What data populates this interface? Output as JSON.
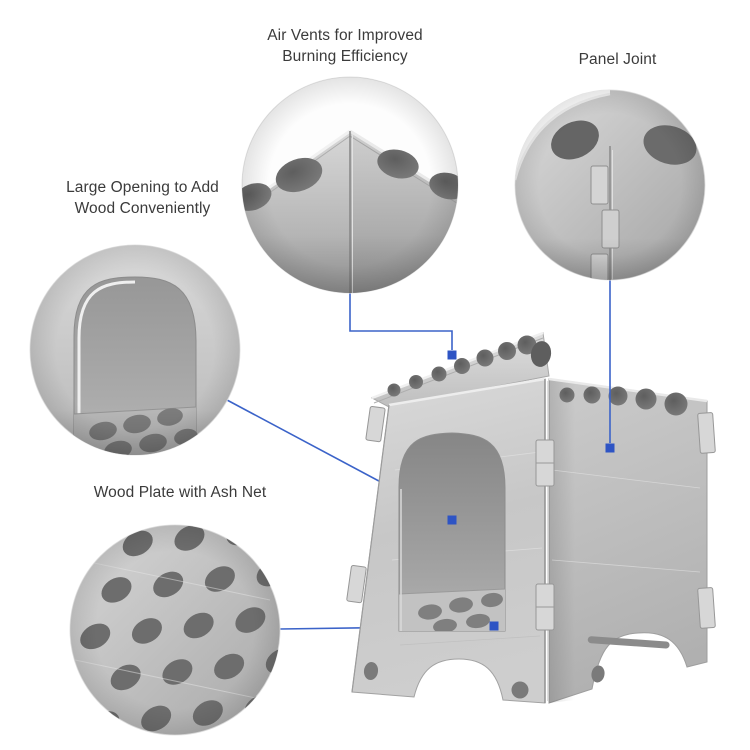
{
  "callouts": {
    "air_vents": {
      "line1": "Air Vents for Improved",
      "line2": "Burning Efficiency"
    },
    "panel_joint": {
      "label": "Panel Joint"
    },
    "large_opening": {
      "line1": "Large Opening to Add",
      "line2": "Wood Conveniently"
    },
    "wood_plate": {
      "label": "Wood Plate with Ash Net"
    }
  },
  "colors": {
    "marker_blue": "#2e54c4",
    "line_blue": "#3b63c9",
    "label_text": "#3b3b3b",
    "metal_light": "#dedede",
    "metal_mid": "#bdbdbd",
    "metal_dark": "#8a8a8a",
    "background": "#ffffff"
  }
}
